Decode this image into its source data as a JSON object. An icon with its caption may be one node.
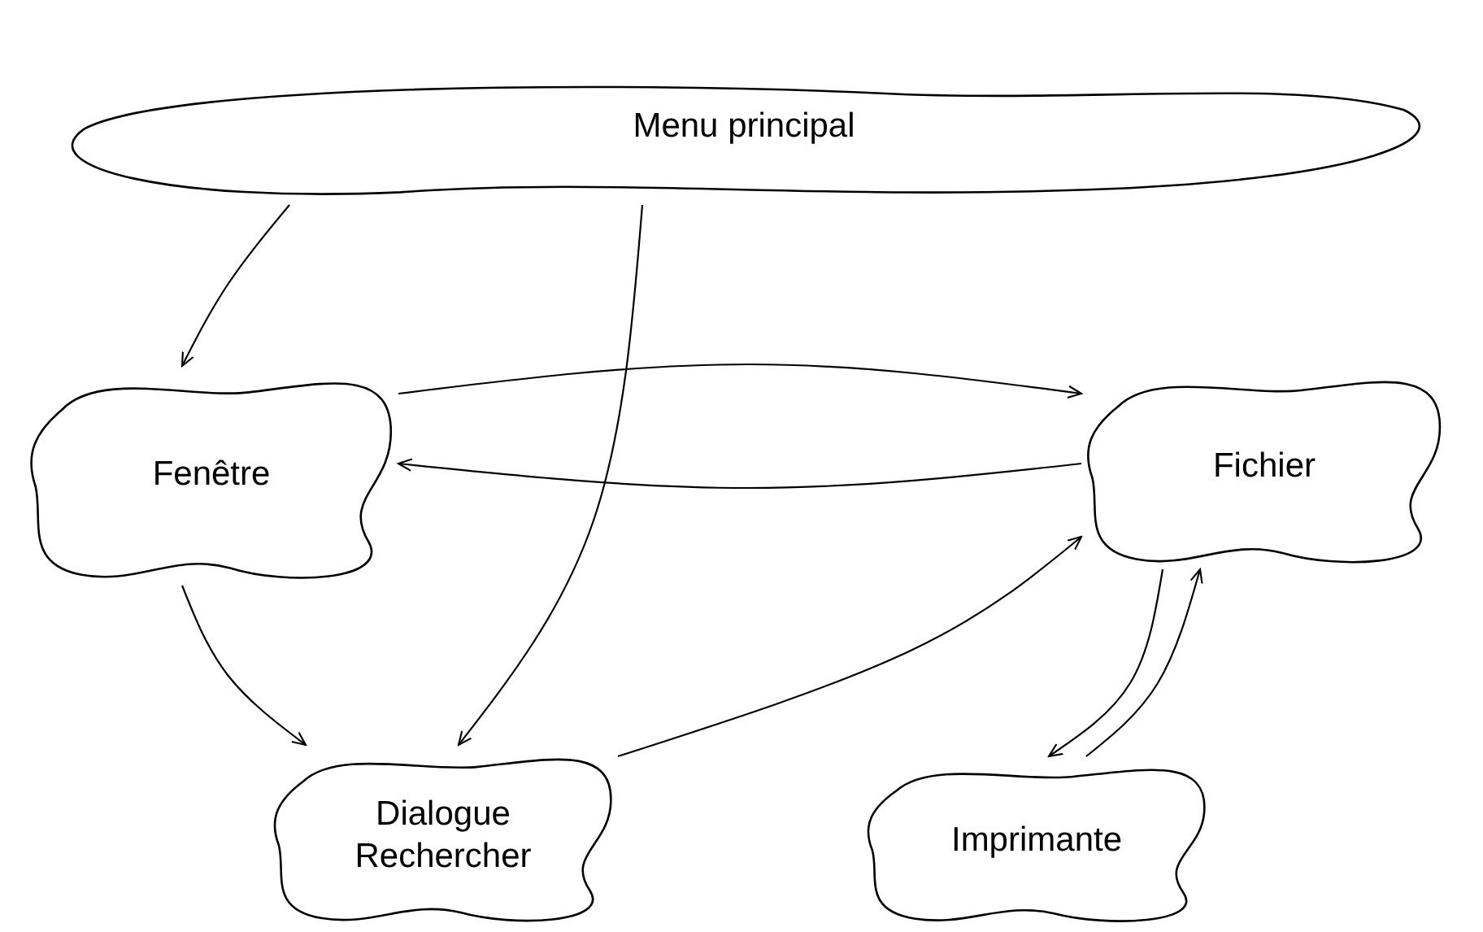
{
  "diagram": {
    "nodes": [
      {
        "text": [
          "Menu principal"
        ]
      },
      {
        "text": [
          "Fenêtre"
        ]
      },
      {
        "text": [
          "Fichier"
        ]
      },
      {
        "text": [
          "Dialogue Rechercher"
        ]
      },
      {
        "text": [
          "Imprimante"
        ]
      }
    ],
    "edges": [
      {
        "from": 0,
        "to": 1,
        "arrow": "to"
      },
      {
        "from": 0,
        "to": 3,
        "arrow": "to"
      },
      {
        "from": 1,
        "to": 2,
        "arrow": "to"
      },
      {
        "from": 2,
        "to": 1,
        "arrow": "to"
      },
      {
        "from": 1,
        "to": 3,
        "arrow": "to"
      },
      {
        "from": 3,
        "to": 2,
        "arrow": "to"
      },
      {
        "from": 2,
        "to": 4,
        "arrow": "to"
      },
      {
        "from": 4,
        "to": 2,
        "arrow": "to"
      }
    ]
  }
}
